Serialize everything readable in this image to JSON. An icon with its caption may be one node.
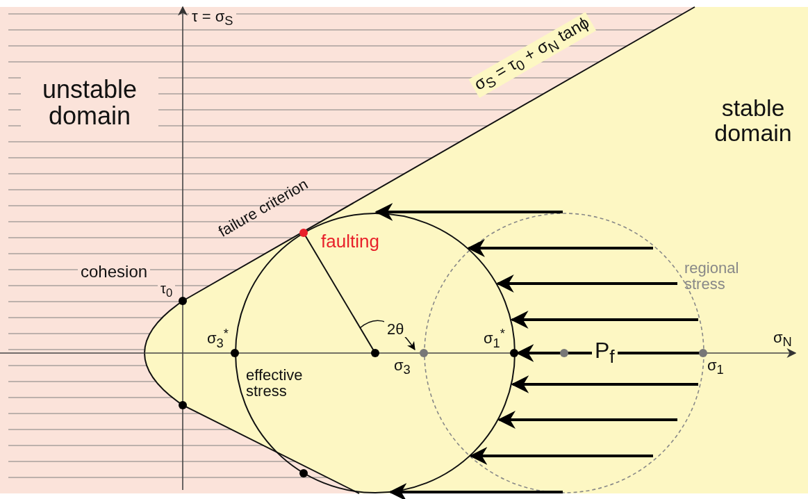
{
  "diagram": {
    "labels": [
      "τ = σ$_{S}$",
      "unstable domain",
      "σ$_{S}$ = τ$_{0}$ + σ$_{N}$ tanϕ",
      "stable domain",
      "failure criterion",
      "faulting",
      "cohesion",
      "regional stress",
      "τ$_{0}$",
      "2θ",
      "σ$_{3}$$^{*}$",
      "σ$_{1}$$^{*}$",
      "σ$_{N}$",
      "σ$_{3}$",
      "P$_{f}$",
      "σ$_{1}$",
      "effective stress"
    ]
  }
}
